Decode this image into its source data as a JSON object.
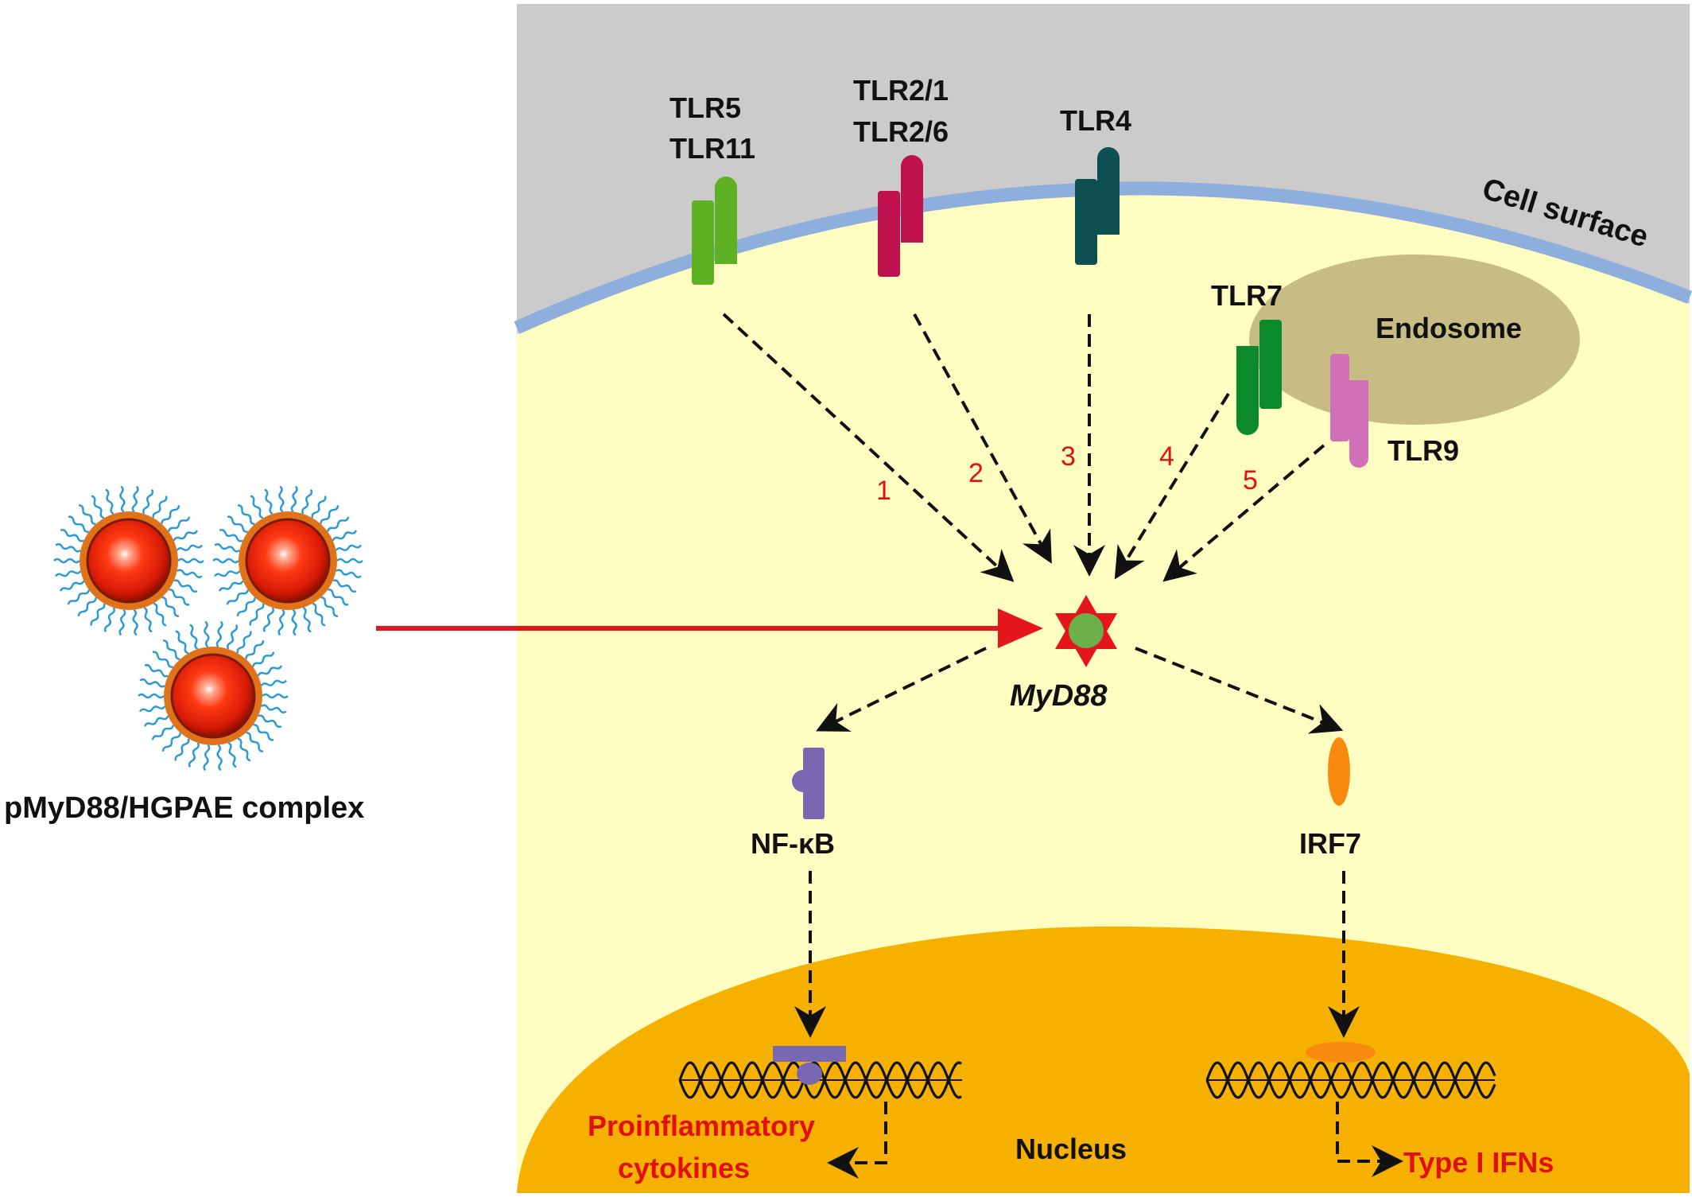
{
  "receptors": {
    "tlr5": "TLR5",
    "tlr11": "TLR11",
    "tlr2_1": "TLR2/1",
    "tlr2_6": "TLR2/6",
    "tlr4": "TLR4",
    "tlr7": "TLR7",
    "tlr9": "TLR9"
  },
  "compartments": {
    "cell_surface": "Cell surface",
    "endosome": "Endosome",
    "nucleus": "Nucleus"
  },
  "pathway_numbers": [
    "1",
    "2",
    "3",
    "4",
    "5"
  ],
  "adaptor": "MyD88",
  "complex_label": "pMyD88/HGPAE complex",
  "factors": {
    "nfkb": "NF-κB",
    "irf7": "IRF7"
  },
  "outputs": {
    "proinflammatory_line1": "Proinflammatory",
    "proinflammatory_line2": "cytokines",
    "type1_ifns": "Type I IFNs"
  },
  "colors": {
    "extracellular": "#cccbcb",
    "membrane": "#8eaedd",
    "cytoplasm": "#fffdc2",
    "endosome": "#c7bd84",
    "nucleus": "#f6b100",
    "tlr5_11": "#5eb122",
    "tlr2": "#c0114f",
    "tlr4": "#0e4f52",
    "tlr7": "#0a8a2a",
    "tlr9": "#d070b6",
    "nfkb": "#7768b1",
    "irf7": "#f88a10",
    "arrow_red": "#e4151b",
    "text_red": "#e01010"
  }
}
